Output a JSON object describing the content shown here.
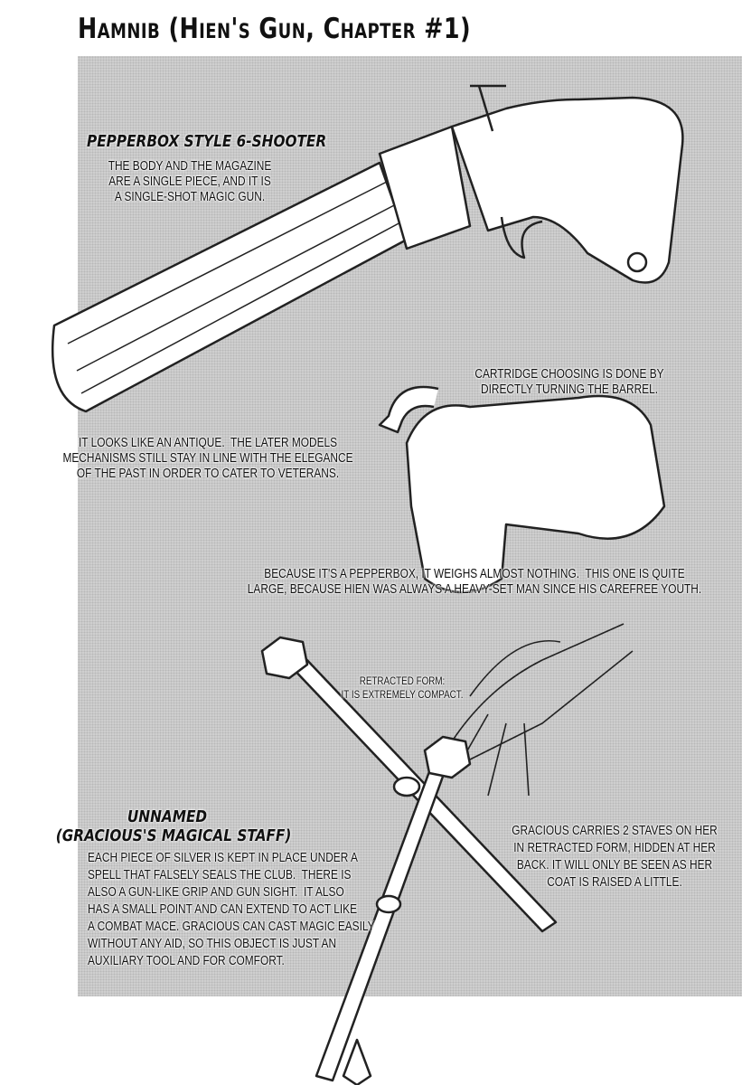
{
  "title": "Hamnib (Hien's Gun, Chapter #1)",
  "gun": {
    "heading": "PEPPERBOX STYLE 6-SHOOTER",
    "description": "THE BODY AND THE MAGAZINE\nARE A SINGLE PIECE, AND IT IS\nA SINGLE-SHOT MAGIC GUN.",
    "cartridge_note": "CARTRIDGE CHOOSING IS DONE BY\nDIRECTLY TURNING THE BARREL.",
    "antique_note": "IT LOOKS LIKE AN ANTIQUE.  THE LATER MODELS\nMECHANISMS STILL STAY IN LINE WITH THE ELEGANCE\nOF THE PAST IN ORDER TO CATER TO VETERANS.",
    "weight_note": "BECAUSE IT'S A PEPPERBOX, IT WEIGHS ALMOST NOTHING.  THIS ONE IS QUITE\nLARGE, BECAUSE HIEN WAS ALWAYS A HEAVY-SET MAN SINCE HIS CAREFREE YOUTH."
  },
  "staff": {
    "retracted_note": "RETRACTED FORM:\nIT IS EXTREMELY COMPACT.",
    "heading": "UNNAMED\n(GRACIOUS'S MAGICAL STAFF)",
    "description": "EACH PIECE OF SILVER IS KEPT IN PLACE UNDER A\nSPELL THAT FALSELY SEALS THE CLUB.  THERE IS\nALSO A GUN-LIKE GRIP AND GUN SIGHT.  IT ALSO\nHAS A SMALL POINT AND CAN EXTEND TO ACT LIKE\nA COMBAT MACE. GRACIOUS CAN CAST MAGIC EASILY\nWITHOUT ANY AID, SO THIS OBJECT IS JUST AN\nAUXILIARY TOOL AND FOR COMFORT.",
    "carry_note": "GRACIOUS CARRIES 2 STAVES ON HER\nIN RETRACTED FORM, HIDDEN AT HER\nBACK. IT WILL ONLY BE SEEN AS HER\nCOAT IS RAISED A LITTLE."
  }
}
